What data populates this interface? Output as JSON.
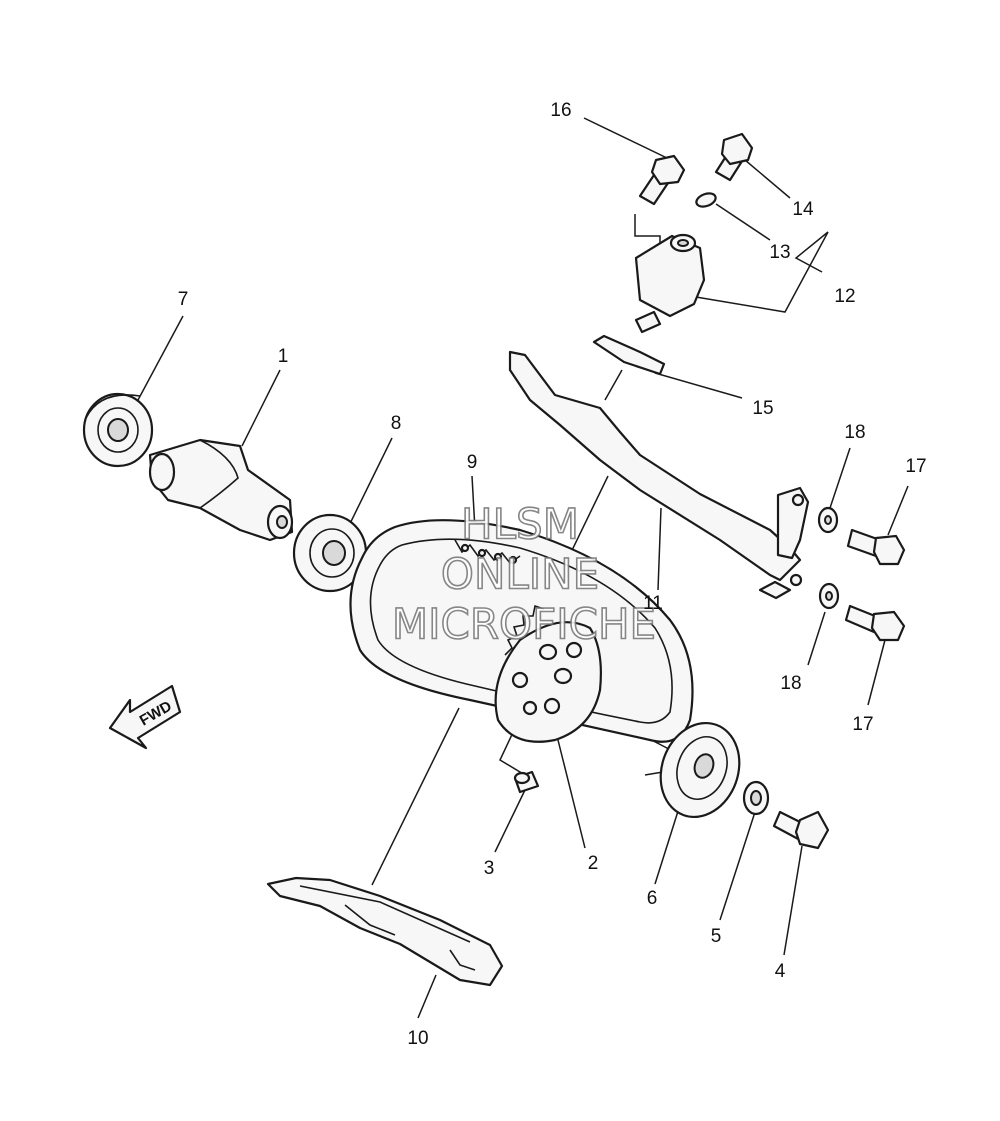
{
  "callouts": {
    "c1": "1",
    "c2": "2",
    "c3": "3",
    "c4": "4",
    "c5": "5",
    "c6": "6",
    "c7": "7",
    "c8": "8",
    "c9": "9",
    "c10": "10",
    "c11": "11",
    "c12": "12",
    "c13": "13",
    "c14": "14",
    "c15": "15",
    "c16": "16",
    "c17a": "17",
    "c17b": "17",
    "c18a": "18",
    "c18b": "18"
  },
  "watermark": {
    "line1": "HLSM",
    "line2": "ONLINE",
    "line3": "MICROFICHE"
  },
  "fwd_arrow": {
    "label": "FWD"
  },
  "colors": {
    "line": "#1a1a1a",
    "fill": "#f7f7f7",
    "background": "#ffffff",
    "watermark_stroke": "#7a7a7a"
  }
}
